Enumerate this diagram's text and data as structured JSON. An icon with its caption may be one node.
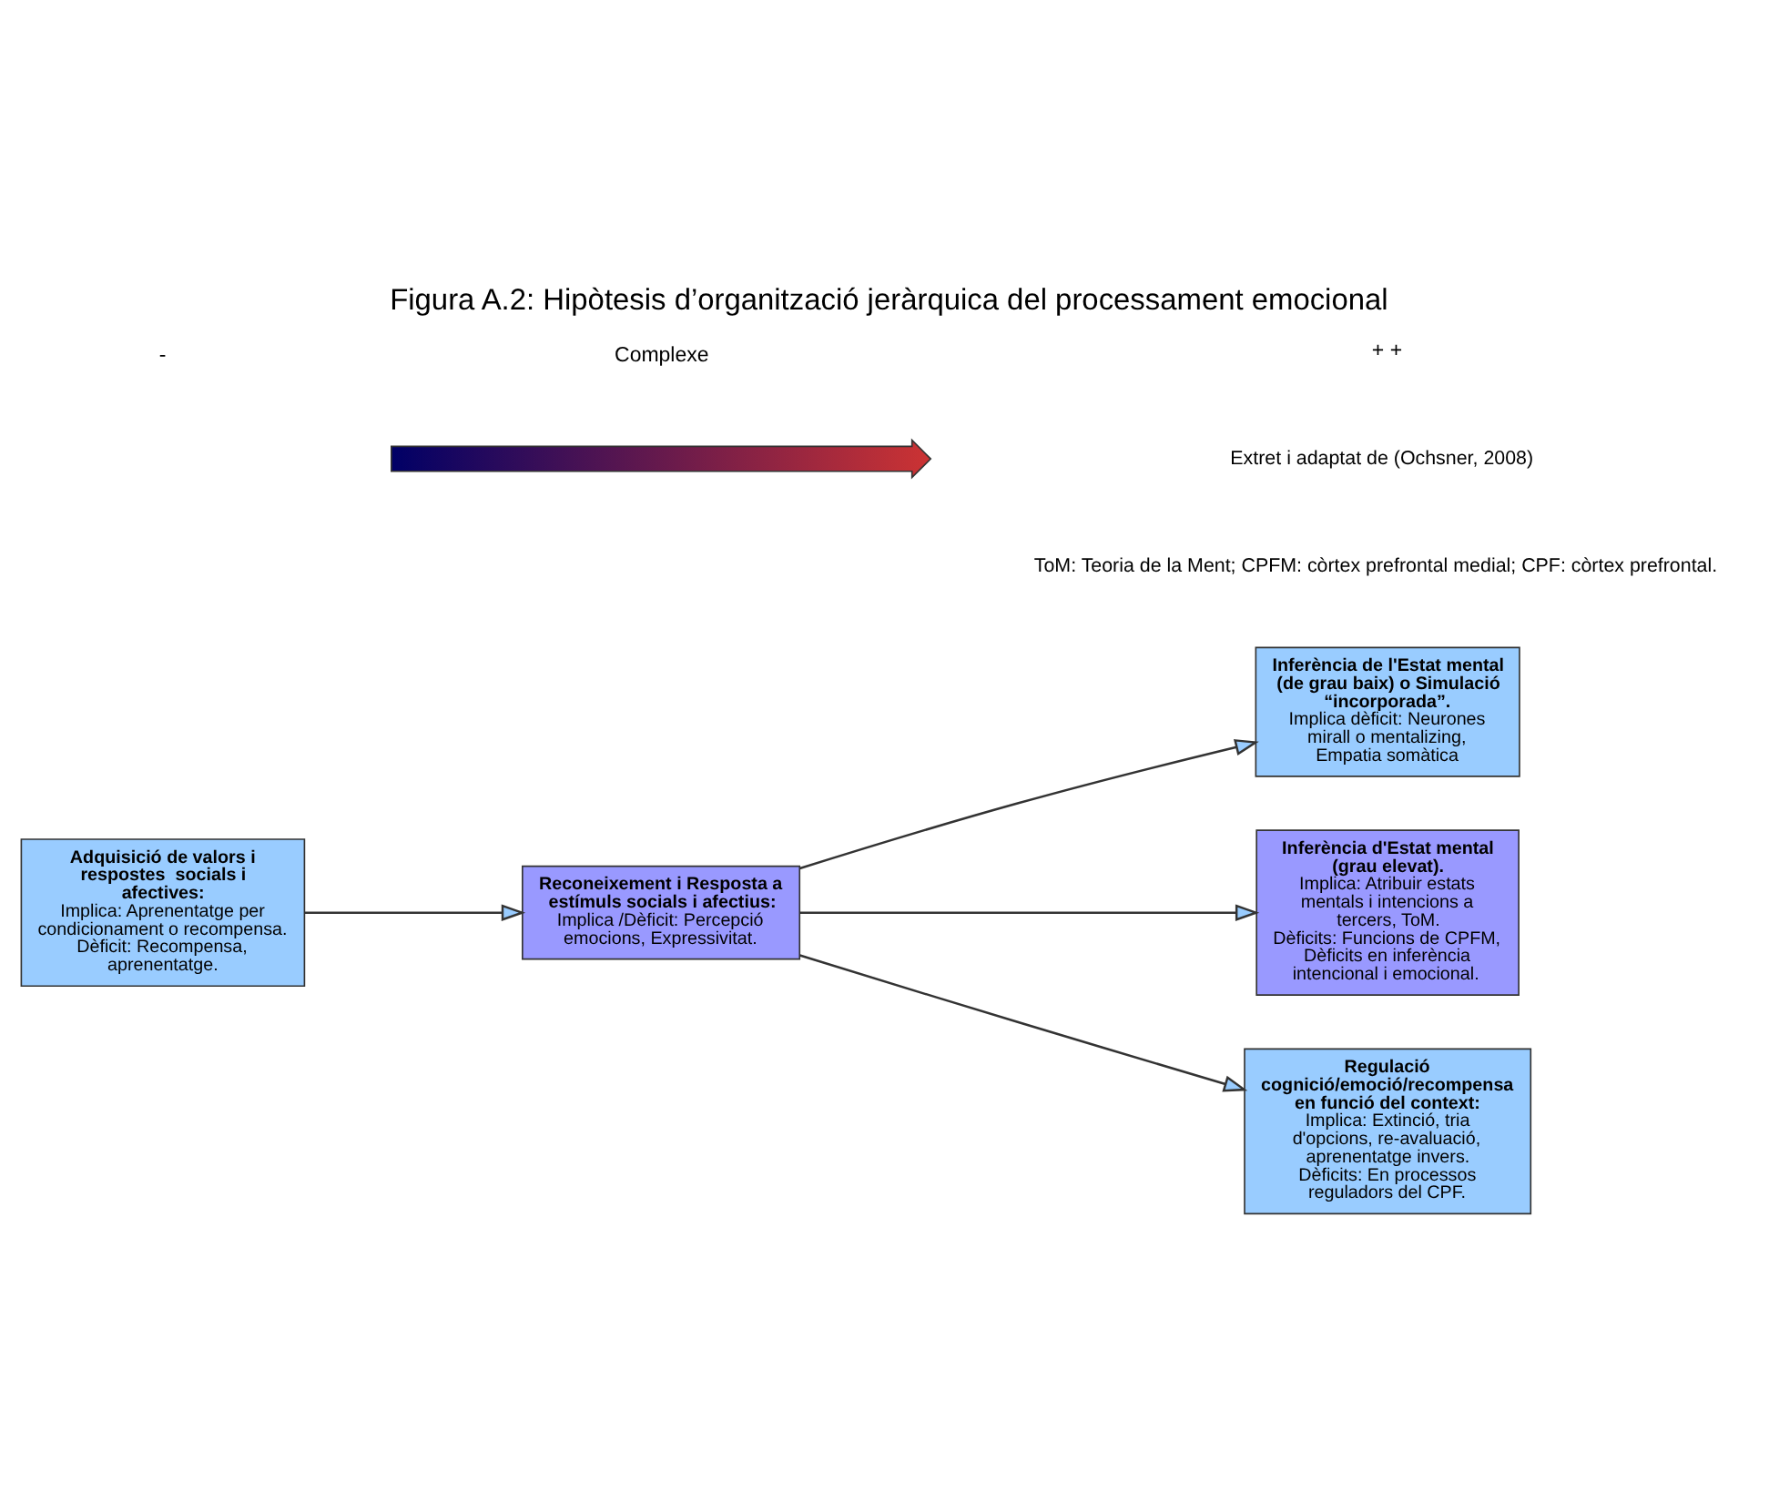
{
  "diagram": {
    "title": "Figura A.2: Hipòtesis d’organització jeràrquica del processament emocional",
    "nodes": [
      {
        "text": [
          "Inferència de l'Estat mental (de grau baix) o Simulació “incorporada”.",
          "Implica dèficit: Neurones mirall o mentalizing, Empatia somàtica"
        ]
      },
      {
        "text": [
          "Inferència d'Estat mental (grau elevat).",
          "Implica: Atribuir estats mentals i intencions a tercers, ToM.",
          "Dèficits: Funcions de CPFM, Dèficits en inferència intencional i emocional."
        ]
      },
      {
        "text": [
          "Adquisició de valors i respostes  socials i afectives:",
          "Implica: Aprenentatge per condicionament o recompensa.",
          "Dèficit: Recompensa, aprenentatge."
        ]
      },
      {
        "text": [
          "Reconeixement i Resposta a estímuls socials i afectius:",
          "Implica /Dèficit: Percepció emocions, Expressivitat."
        ]
      },
      {
        "text": [
          "Regulació cognició/emoció/recompensa en funció del context:",
          "Implica: Extinció, tria d'opcions, re-avaluació, aprenentatge invers.",
          "Dèficits: En processos reguladors del CPF."
        ]
      },
      {
        "text": [],
        "shape": "arrow"
      }
    ],
    "edges": [
      {
        "from": 2,
        "to": 3,
        "arrow": "to"
      },
      {
        "from": 3,
        "to": 0,
        "arrow": "to"
      },
      {
        "from": 3,
        "to": 1,
        "arrow": "to"
      },
      {
        "from": 3,
        "to": 4,
        "arrow": "to"
      }
    ],
    "labels": [
      "-",
      "Complexe",
      "+ +",
      "Extret i adaptat de (Ochsner, 2008)",
      "ToM: Teoria de la Ment; CPFM: còrtex prefrontal medial; CPF: còrtex prefrontal."
    ]
  }
}
